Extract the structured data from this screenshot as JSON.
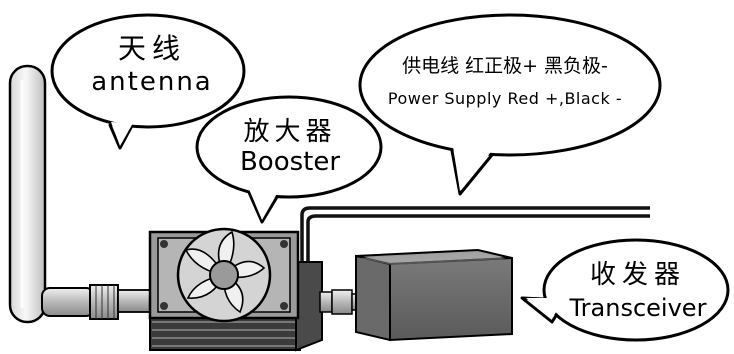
{
  "callouts": {
    "antenna": {
      "zh": "天线",
      "en": "antenna"
    },
    "booster": {
      "zh": "放大器",
      "en": "Booster"
    },
    "power": {
      "zh": "供电线 红正极+ 黑负极-",
      "en": "Power Supply Red +,Black -"
    },
    "transceiver": {
      "zh": "收发器",
      "en": "Transceiver"
    }
  }
}
